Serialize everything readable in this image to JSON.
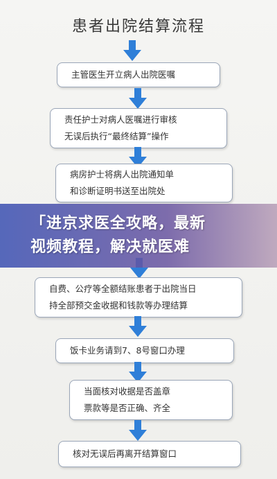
{
  "title": "患者出院结算流程",
  "steps": [
    {
      "lines": [
        "主管医生开立病人出院医嘱"
      ]
    },
    {
      "lines": [
        "责任护士对病人医嘱进行审核",
        "无误后执行“最终结算”操作"
      ]
    },
    {
      "lines": [
        "病房护士将病人出院通知单",
        "和诊断证明书送至出院处"
      ]
    },
    {
      "lines": [
        "自费、公疗等全额结账患者于出院当日",
        "持全部预交金收据和钱款等办理结算"
      ]
    },
    {
      "lines": [
        "饭卡业务请到7、8号窗口办理"
      ]
    },
    {
      "lines": [
        "当面核对收据是否盖章",
        "票款等是否正确、齐全"
      ]
    },
    {
      "lines": [
        "核对无误后再离开结算窗口"
      ]
    }
  ],
  "banner": {
    "line1": "「进京求医全攻略，最新",
    "line2": "视频教程，解决就医难"
  },
  "colors": {
    "arrow": "#2f7fd8",
    "box_border": "#9aa6b8",
    "banner_start": "#485cb6"
  }
}
